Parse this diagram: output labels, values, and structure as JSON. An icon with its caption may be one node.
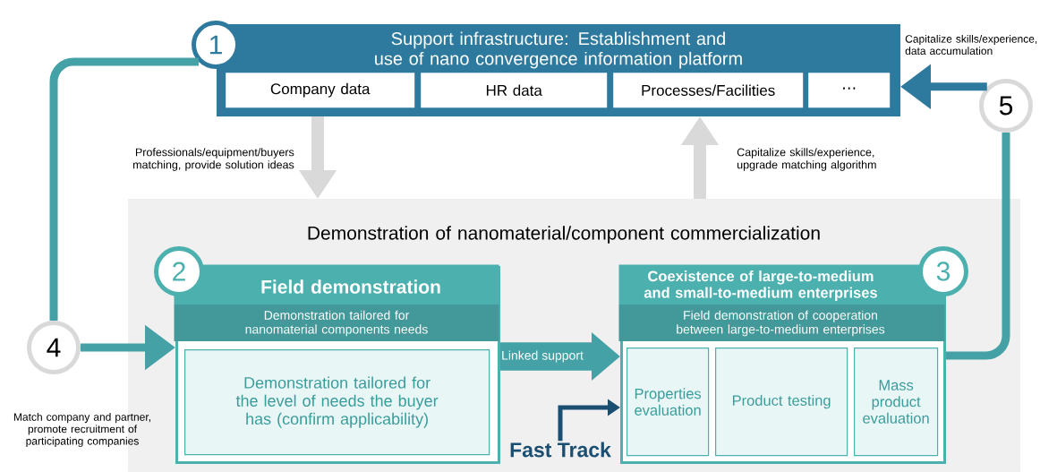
{
  "diagram": {
    "nodes": [
      {
        "text": [
          "Support infrastructure: Establishment and use of nano convergence information platform"
        ]
      },
      {
        "text": [
          "Company data"
        ],
        "in": 0
      },
      {
        "text": [
          "HR data"
        ],
        "in": 0
      },
      {
        "text": [
          "Processes/Facilities"
        ],
        "in": 0
      },
      {
        "text": [
          "⋯"
        ],
        "in": 0
      },
      {
        "text": [
          "1"
        ]
      },
      {
        "text": [
          "Demonstration of nanomaterial/component commercialization"
        ]
      },
      {
        "text": [
          "Field demonstration",
          "Demonstration tailored for nanomaterial components needs"
        ],
        "in": 6
      },
      {
        "text": [
          "Demonstration tailored for the level of needs the buyer has (confirm applicability)"
        ],
        "in": 7
      },
      {
        "text": [
          "2"
        ],
        "in": 6
      },
      {
        "text": [
          "Coexistence of large-to-medium and small-to-medium enterprises",
          "Field demonstration of cooperation between large-to-medium enterprises"
        ],
        "in": 6
      },
      {
        "text": [
          "Properties evaluation"
        ],
        "in": 10
      },
      {
        "text": [
          "Product testing"
        ],
        "in": 10
      },
      {
        "text": [
          "Mass product evaluation"
        ],
        "in": 10
      },
      {
        "text": [
          "3"
        ],
        "in": 6
      },
      {
        "text": [
          "4"
        ],
        "beside": [
          "Match company and partner, promote recruitment of participating companies"
        ]
      },
      {
        "text": [
          "5"
        ]
      },
      {
        "text": [
          "Fast Track"
        ],
        "in": 6
      }
    ],
    "edges": [
      {
        "from": 0,
        "to": 6,
        "arrow": "to",
        "label": "Professionals/equipment/buyers matching, provide solution ideas",
        "color": "#d9d9d9"
      },
      {
        "from": 6,
        "to": 0,
        "arrow": "to",
        "label": "Capitalize skills/experience, upgrade matching algorithm",
        "color": "#d9d9d9"
      },
      {
        "from": 7,
        "to": 10,
        "arrow": "to",
        "label": "Linked support",
        "style": "thick"
      },
      {
        "from": 15,
        "to": 7,
        "arrow": "to"
      },
      {
        "from": 15,
        "to": 5,
        "arrow": "none"
      },
      {
        "from": 10,
        "to": 16,
        "arrow": "none"
      },
      {
        "from": 16,
        "to": 0,
        "arrow": "to",
        "label": "Capitalize skills/experience, data accumulation",
        "color": "#2e7a9e"
      },
      {
        "from": 17,
        "to": 10,
        "arrow": "to",
        "color": "#1b4f72"
      }
    ]
  }
}
